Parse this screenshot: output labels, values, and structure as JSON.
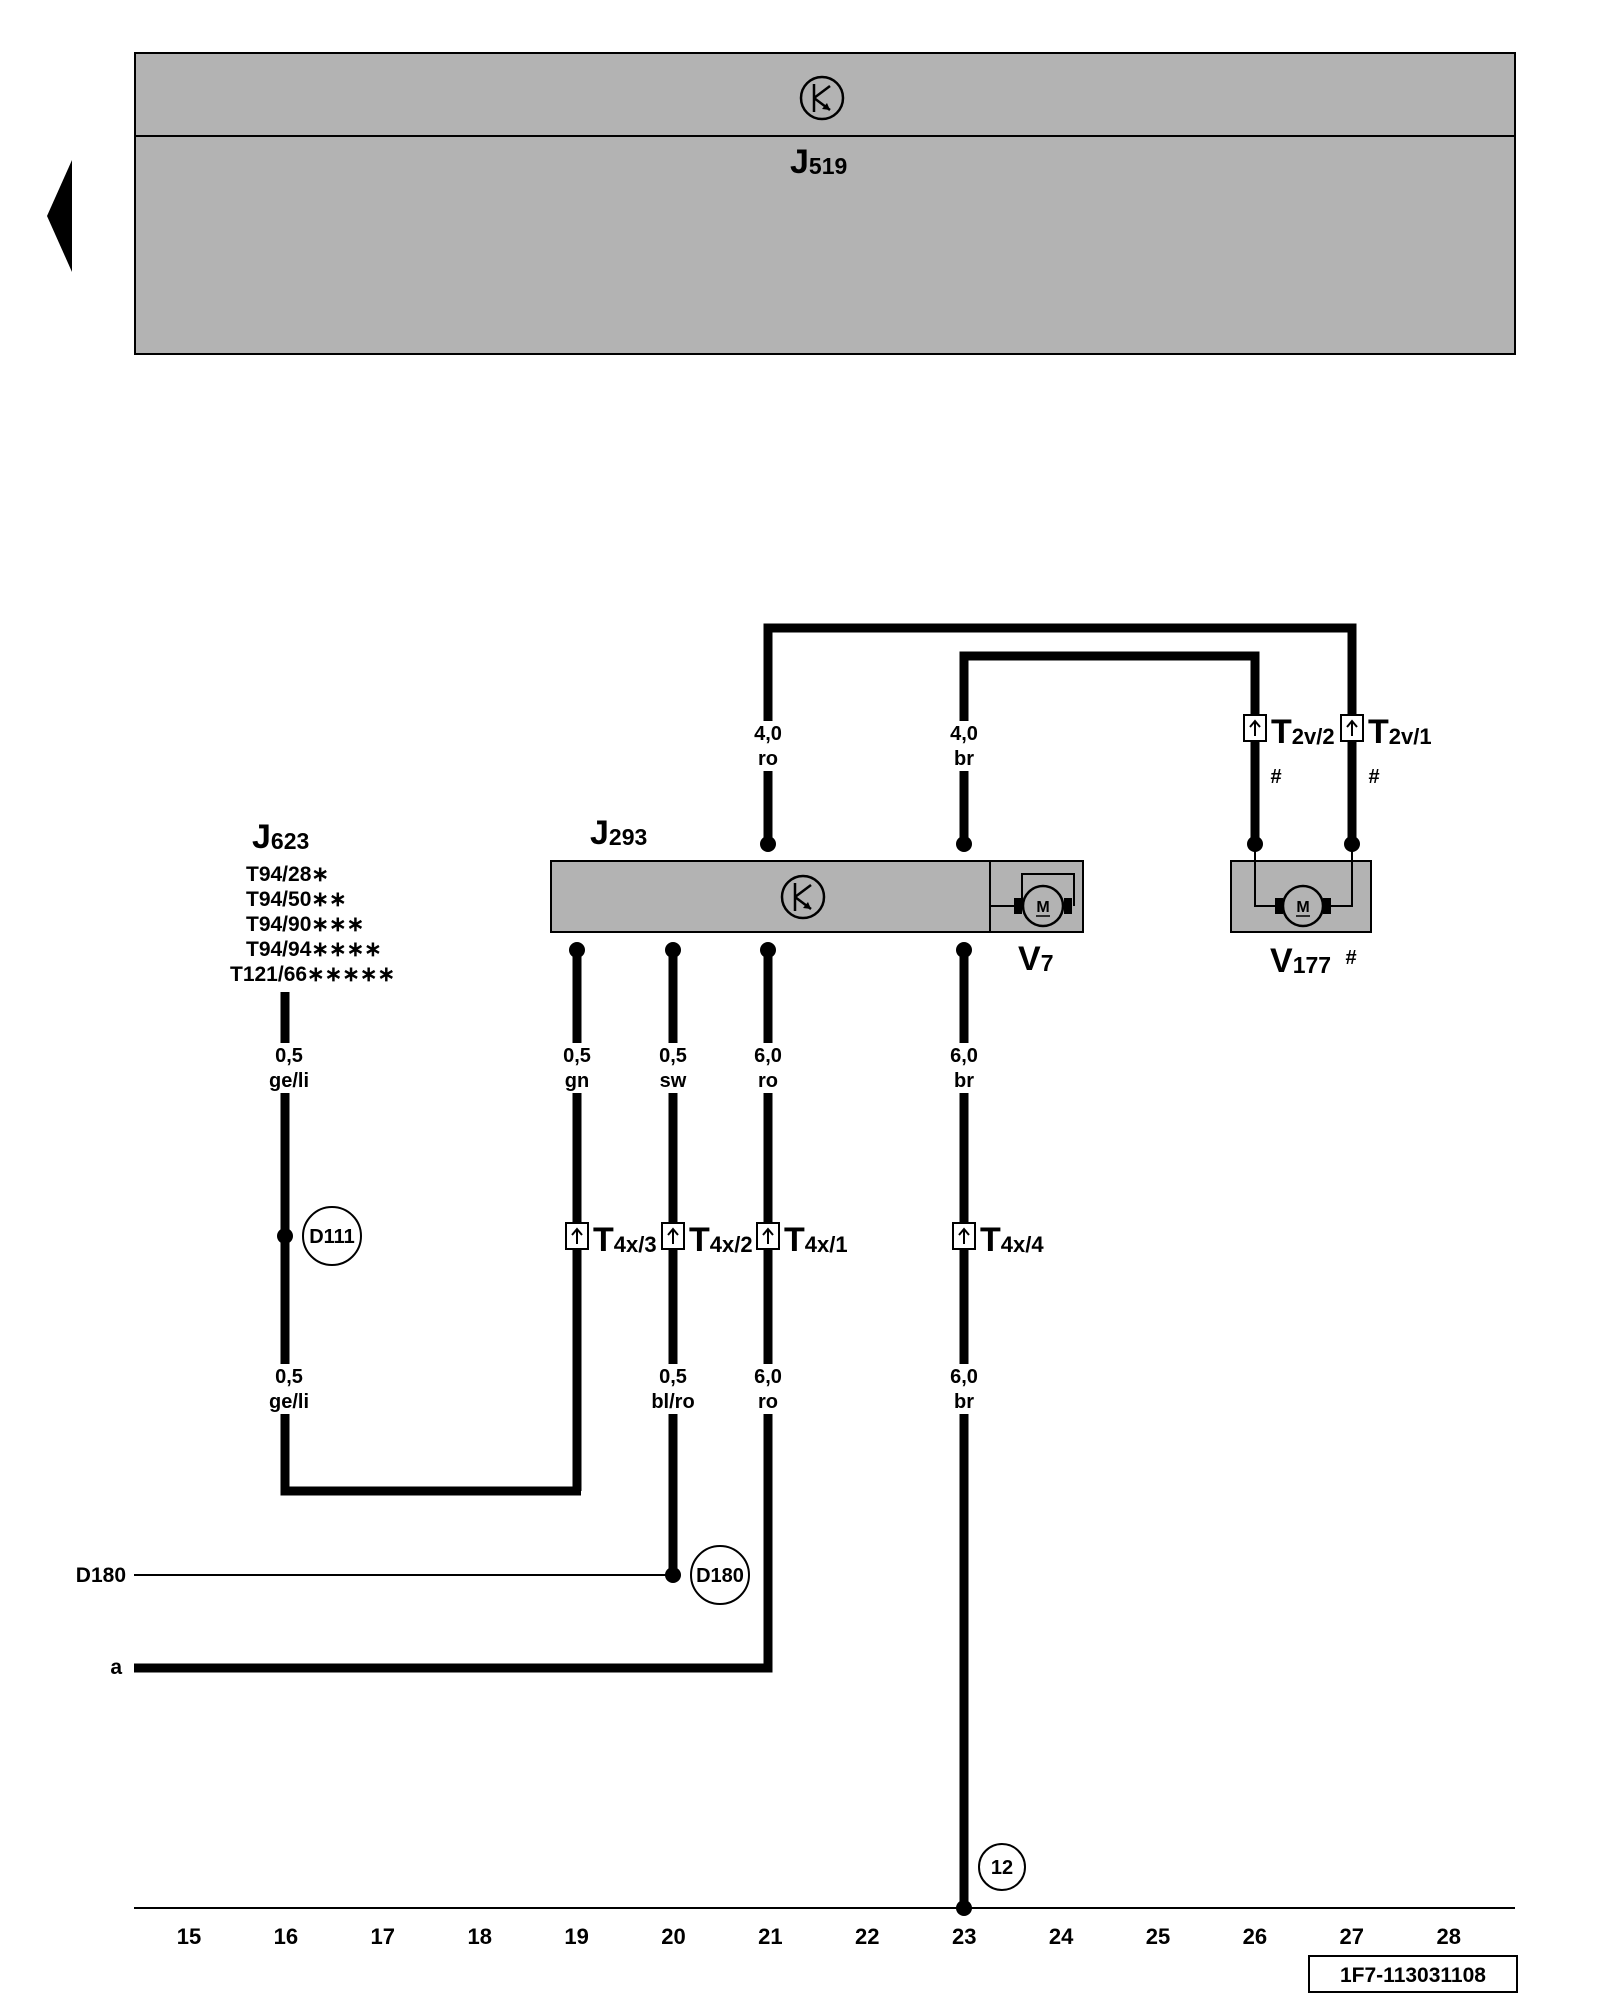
{
  "header": {
    "unit_code": "J",
    "unit_sub": "519"
  },
  "components": {
    "j293": {
      "code": "J",
      "sub": "293"
    },
    "j623": {
      "code": "J",
      "sub": "623",
      "pins": [
        "T94/28∗",
        "T94/50∗∗",
        "T94/90∗∗∗",
        "T94/94∗∗∗∗",
        "T121/66∗∗∗∗∗"
      ]
    },
    "v7": {
      "code": "V",
      "sub": "7"
    },
    "v177": {
      "code": "V",
      "sub": "177",
      "mark": "#"
    },
    "motor_symbol": "M"
  },
  "connectors": {
    "t2v2": {
      "code": "T",
      "sub": "2v/2"
    },
    "t2v1": {
      "code": "T",
      "sub": "2v/1"
    },
    "t4x3": {
      "code": "T",
      "sub": "4x/3"
    },
    "t4x2": {
      "code": "T",
      "sub": "4x/2"
    },
    "t4x1": {
      "code": "T",
      "sub": "4x/1"
    },
    "t4x4": {
      "code": "T",
      "sub": "4x/4"
    },
    "hash_mark": "#"
  },
  "wires": {
    "top_ro": {
      "size": "4,0",
      "color": "ro"
    },
    "top_br": {
      "size": "4,0",
      "color": "br"
    },
    "w16_upper": {
      "size": "0,5",
      "color": "ge/li"
    },
    "w16_lower": {
      "size": "0,5",
      "color": "ge/li"
    },
    "w19": {
      "size": "0,5",
      "color": "gn"
    },
    "w20_upper": {
      "size": "0,5",
      "color": "sw"
    },
    "w20_lower": {
      "size": "0,5",
      "color": "bl/ro"
    },
    "w21_upper": {
      "size": "6,0",
      "color": "ro"
    },
    "w21_lower": {
      "size": "6,0",
      "color": "ro"
    },
    "w23_upper": {
      "size": "6,0",
      "color": "br"
    },
    "w23_lower": {
      "size": "6,0",
      "color": "br"
    }
  },
  "connections": {
    "d111": "D111",
    "d180_circle": "D180",
    "d180_label": "D180",
    "a_label": "a",
    "ground": "12"
  },
  "ruler": [
    "15",
    "16",
    "17",
    "18",
    "19",
    "20",
    "21",
    "22",
    "23",
    "24",
    "25",
    "26",
    "27",
    "28"
  ],
  "footer": {
    "code": "1F7-113031108"
  },
  "colors": {
    "module_fill": "#b3b3b3",
    "line": "#000000",
    "background": "#ffffff"
  },
  "icons": [
    "back-arrow-icon",
    "control-unit-icon",
    "motor-icon",
    "connector-icon",
    "ground-point-icon"
  ]
}
